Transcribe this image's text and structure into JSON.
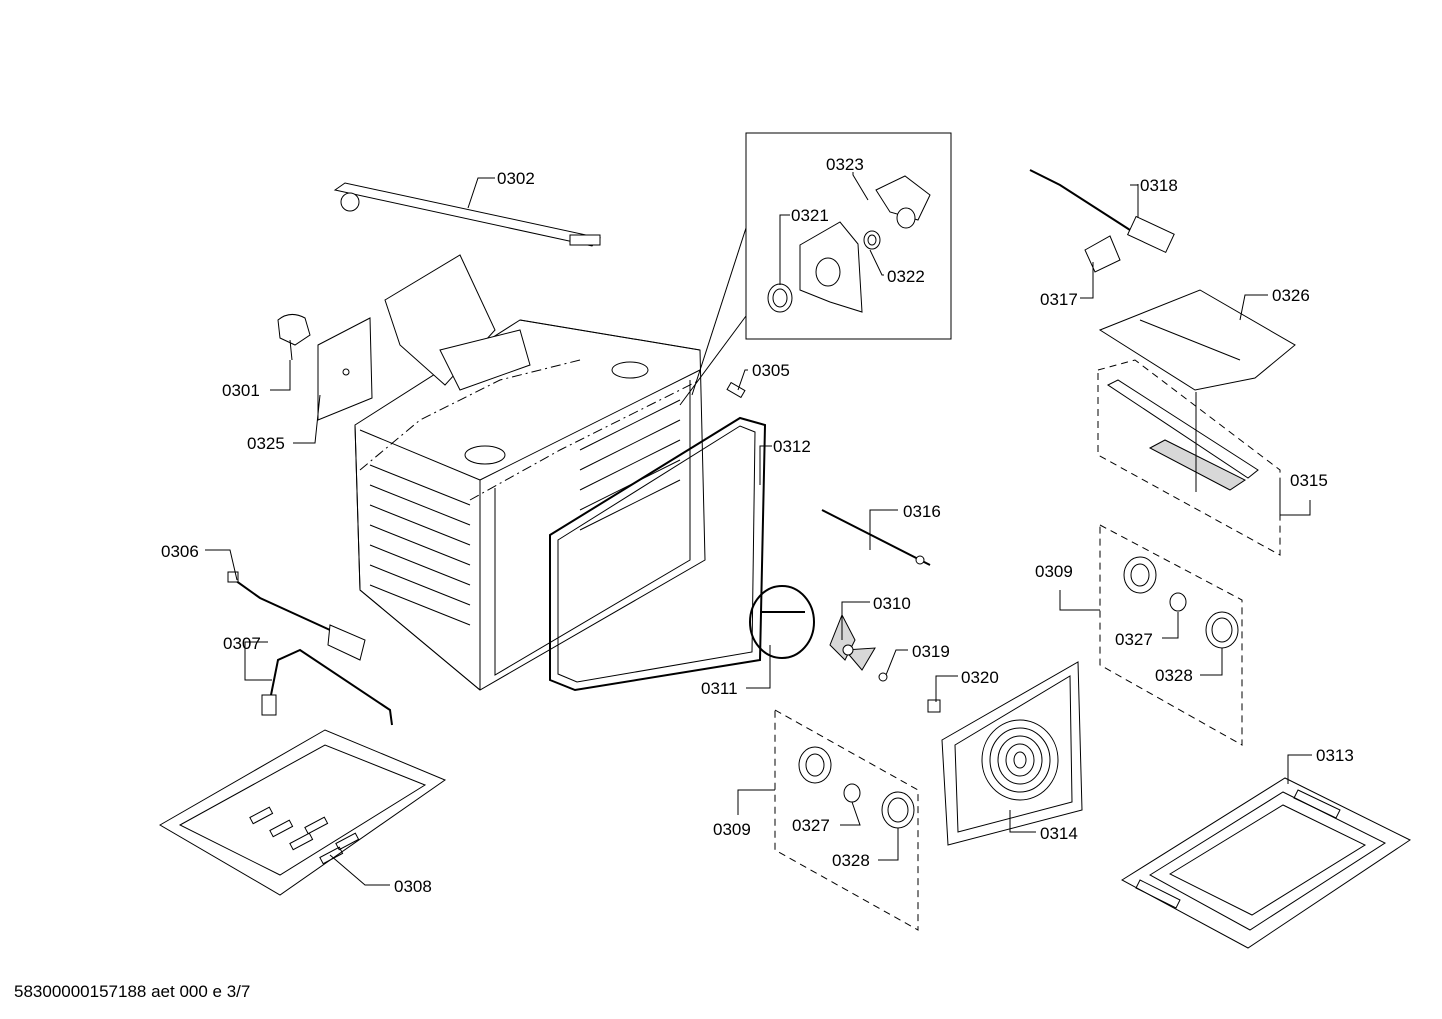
{
  "document_code": "58300000157188 aet 000 e 3/7",
  "parts": {
    "p0301": "0301",
    "p0302": "0302",
    "p0305": "0305",
    "p0306": "0306",
    "p0307": "0307",
    "p0308": "0308",
    "p0309a": "0309",
    "p0309b": "0309",
    "p0310": "0310",
    "p0311": "0311",
    "p0312": "0312",
    "p0313": "0313",
    "p0314": "0314",
    "p0315": "0315",
    "p0316": "0316",
    "p0317": "0317",
    "p0318": "0318",
    "p0319": "0319",
    "p0320": "0320",
    "p0321": "0321",
    "p0322": "0322",
    "p0323": "0323",
    "p0325": "0325",
    "p0326": "0326",
    "p0327a": "0327",
    "p0327b": "0327",
    "p0328a": "0328",
    "p0328b": "0328"
  }
}
